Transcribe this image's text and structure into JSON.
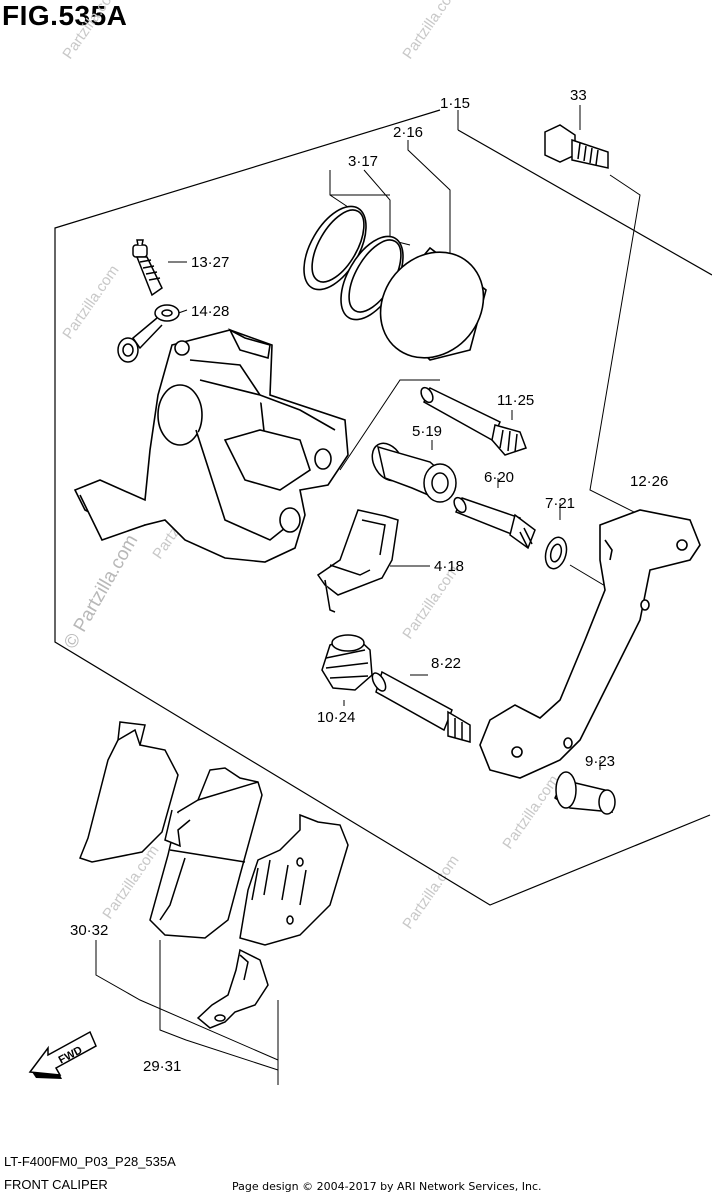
{
  "figure": {
    "title": "FIG.535A",
    "code": "LT-F400FM0_P03_P28_535A",
    "name": "FRONT CALIPER",
    "credit": "Page design © 2004-2017 by ARI Network Services, Inc.",
    "direction_label": "FWD"
  },
  "callouts": [
    "1·15",
    "2·16",
    "3·17",
    "33",
    "13·27",
    "14·28",
    "11·25",
    "5·19",
    "6·20",
    "7·21",
    "12·26",
    "4·18",
    "8·22",
    "10·24",
    "9·23",
    "30·32",
    "29·31"
  ],
  "watermark": {
    "text": "© Partzilla.com",
    "small": "Partzilla.com"
  }
}
